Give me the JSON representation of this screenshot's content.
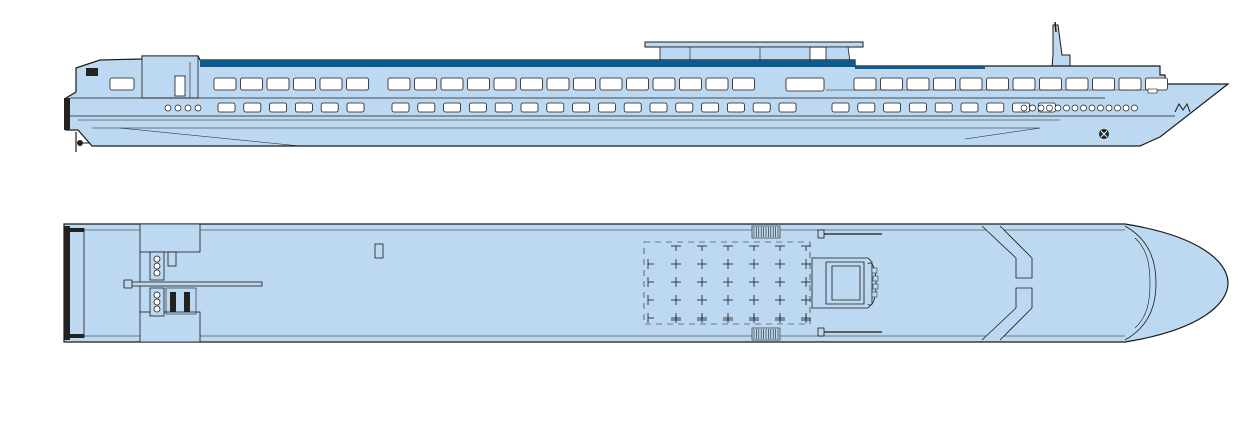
{
  "diagram": {
    "views": [
      "side-elevation",
      "top-deck-plan"
    ],
    "colors": {
      "hull": "#bdd9f1",
      "outline": "#1a1a1a",
      "sunroof": "#0d5a8c",
      "window": "#ffffff",
      "dark": "#222222",
      "background": "#ffffff"
    },
    "side_view": {
      "upper_window_groups": [
        6,
        14,
        12
      ],
      "lower_window_groups": [
        6,
        16,
        9
      ],
      "porthole_groups": [
        4,
        14
      ]
    },
    "deck_plan": {
      "seating_grid_rows": 4,
      "seating_grid_cols": 6
    }
  }
}
